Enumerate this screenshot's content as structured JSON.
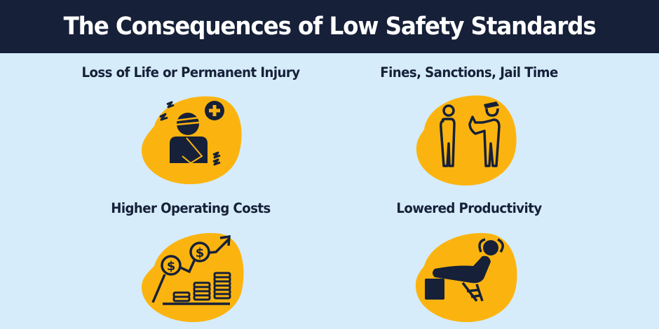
{
  "header": {
    "title": "The Consequences of Low Safety Standards"
  },
  "colors": {
    "header_bg": "#162038",
    "page_bg": "#d6ecfb",
    "blob": "#fbb40f",
    "ink": "#162038"
  },
  "items": [
    {
      "title": "Loss of Life or Permanent Injury",
      "icon": "injured-person-icon"
    },
    {
      "title": "Fines, Sanctions, Jail Time",
      "icon": "police-officer-citation-icon"
    },
    {
      "title": "Higher Operating Costs",
      "icon": "rising-costs-icon"
    },
    {
      "title": "Lowered Productivity",
      "icon": "relaxing-person-icon"
    }
  ]
}
